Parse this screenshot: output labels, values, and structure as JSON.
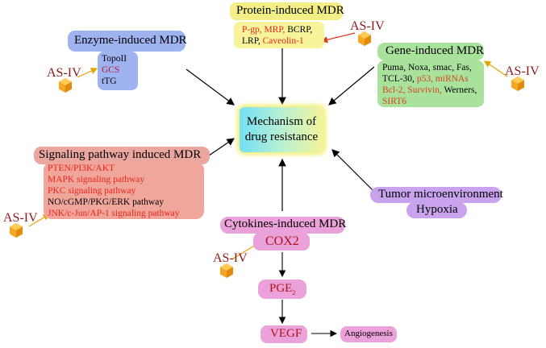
{
  "center": {
    "line1": "Mechanism of",
    "line2": "drug resistance"
  },
  "protein": {
    "title": "Protein-induced MDR",
    "line1": [
      {
        "t": "P-gp, ",
        "c": "red"
      },
      {
        "t": "MRP, ",
        "c": "red"
      },
      {
        "t": "BCRP,",
        "c": "black"
      }
    ],
    "line2": [
      {
        "t": "LRP, ",
        "c": "black"
      },
      {
        "t": "Caveolin-1",
        "c": "red"
      }
    ]
  },
  "enzyme": {
    "title": "Enzyme-induced MDR",
    "items": [
      {
        "t": "TopoII",
        "c": "black"
      },
      {
        "t": "GCS",
        "c": "darkred"
      },
      {
        "t": "tTG",
        "c": "black"
      }
    ]
  },
  "gene": {
    "title": "Gene-induced MDR",
    "line1": [
      {
        "t": "Puma, Noxa, smac, Fas,",
        "c": "black"
      }
    ],
    "line2": [
      {
        "t": "TCL-30, ",
        "c": "black"
      },
      {
        "t": "p53, miRNAs",
        "c": "orange"
      }
    ],
    "line3": [
      {
        "t": "Bcl-2, Survivin, ",
        "c": "orange"
      },
      {
        "t": "Werners,",
        "c": "black"
      }
    ],
    "line4": [
      {
        "t": "SIRT6",
        "c": "orange"
      }
    ]
  },
  "signaling": {
    "title": "Signaling pathway induced MDR",
    "items": [
      {
        "t": "PTEN/PI3K/AKT",
        "c": "red"
      },
      {
        "t": "MAPK signaling pathway",
        "c": "red"
      },
      {
        "t": "PKC signaling pathway",
        "c": "red"
      },
      {
        "t": "NO/cGMP/PKG/ERK pathway",
        "c": "black"
      },
      {
        "t": "JNK/c-Jun/AP-1 signaling pathway",
        "c": "red"
      }
    ]
  },
  "tumor": {
    "line1": "Tumor microenvironment",
    "line2": "Hypoxia"
  },
  "cytokines": {
    "title": "Cytokines-induced  MDR",
    "cox2": "COX2",
    "pge": "PGE",
    "pge_sub": "2",
    "vegf": "VEGF",
    "angiogenesis": "Angiogenesis"
  },
  "asiv": "AS-IV",
  "colors": {
    "protein_bg": "#f8f49a",
    "protein_title_bg": "#f3ee85",
    "enzyme_bg": "#9fb3f0",
    "gene_bg": "#a9e29c",
    "signaling_bg": "#f1a69c",
    "signaling_title_bg": "#eba79f",
    "tumor_bg": "#c9a3ee",
    "cytokine_bg": "#eba1d9",
    "hex": "#f5a623",
    "asiv_arrow": "#e6a400"
  }
}
